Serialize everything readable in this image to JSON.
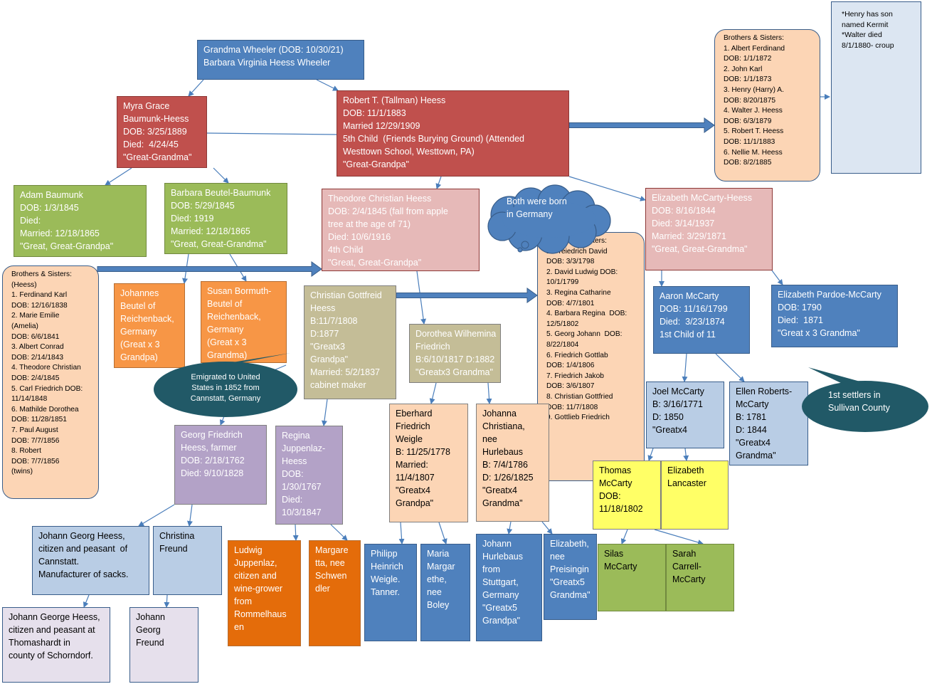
{
  "palette": {
    "blue": "#4f81bd",
    "red": "#c0504d",
    "pink": "#e6b9b8",
    "green": "#9bbb59",
    "orange": "#f79646",
    "dark_orange": "#e46c0a",
    "peach": "#fcd5b5",
    "tan": "#c4bd97",
    "lavender": "#b3a2c7",
    "light_blue": "#b9cde5",
    "pale_lavender": "#e6e0ec",
    "light_steel": "#dce6f2",
    "yellow": "#ffff66",
    "teal": "#215967",
    "border_blue": "#385d8a",
    "border_red": "#8c3836",
    "border_green": "#71893f",
    "border_orange": "#b66d31",
    "border_grey": "#7f7f7f"
  },
  "nodes": [
    {
      "id": "grandma-wheeler",
      "lines": [
        "Grandma Wheeler (DOB: 10/30/21)",
        "Barbara Virginia Heess Wheeler"
      ]
    },
    {
      "id": "myra-grace",
      "lines": [
        "Myra Grace",
        "Baumunk-Heess",
        "DOB: 3/25/1889",
        "Died:  4/24/45",
        "\"Great-Grandma\""
      ]
    },
    {
      "id": "robert-heess",
      "lines": [
        "Robert T. (Tallman) Heess",
        "DOB: 11/1/1883",
        "Married 12/29/1909",
        "5th Child  (Friends Burying Ground) (Attended",
        "Westtown School, Westtown, PA)",
        "\"Great-Grandpa\""
      ]
    },
    {
      "id": "robert-siblings",
      "lines": [
        "Brothers & Sisters:",
        "1. Albert Ferdinand",
        "DOB: 1/1/1872",
        "2. John Karl",
        "DOB: 1/1/1873",
        "3. Henry (Harry) A.",
        "DOB: 8/20/1875",
        "4. Walter J. Heess",
        "DOB: 6/3/1879",
        "5. Robert T. Heess",
        "DOB: 11/1/1883",
        "6. Nellie M. Heess",
        "DOB: 8/2/1885"
      ]
    },
    {
      "id": "henry-note",
      "lines": [
        "*Henry has son",
        "named Kermit",
        "*Walter died",
        "8/1/1880- croup"
      ]
    },
    {
      "id": "adam-baumunk",
      "lines": [
        "Adam Baumunk",
        "DOB: 1/3/1845",
        "Died:",
        "Married: 12/18/1865",
        "\"Great, Great-Grandpa\""
      ]
    },
    {
      "id": "barbara-beutel",
      "lines": [
        "Barbara Beutel-Baumunk",
        "DOB: 5/29/1845",
        "Died: 1919",
        "Married: 12/18/1865",
        "\"Great, Great-Grandma\""
      ]
    },
    {
      "id": "theodore-heess",
      "lines": [
        "Theodore Christian Heess",
        "DOB: 2/4/1845 (fall from apple",
        "tree at the age of 71)",
        "Died: 10/6/1916",
        "4th Child",
        "\"Great, Great-Grandpa\""
      ]
    },
    {
      "id": "elizabeth-mccarty-heess",
      "lines": [
        "Elizabeth McCarty-Heess",
        "DOB: 8/16/1844",
        "Died: 3/14/1937",
        "Married: 3/29/1871",
        "\"Great, Great-Grandma\""
      ]
    },
    {
      "id": "theodore-siblings",
      "lines": [
        "Brothers & Sisters:",
        "(Heess)",
        "1. Ferdinand Karl",
        "DOB: 12/16/1838",
        "2. Marie Emilie",
        "(Amelia)",
        "DOB: 6/6/1841",
        "3. Albert Conrad",
        "DOB: 2/14/1843",
        "4. Theodore Christian",
        "DOB: 2/4/1845",
        "5. Carl Friedrich DOB:",
        "11/14/1848",
        "6. Mathilde Dorothea",
        "DOB: 11/28/1851",
        "7. Paul August",
        "DOB: 7/7/1856",
        "8. Robert",
        "DOB: 7/7/1856",
        "(twins)"
      ]
    },
    {
      "id": "johannes-beutel",
      "lines": [
        "Johannes",
        "Beutel of",
        "Reichenback,",
        "Germany",
        "(Great x 3",
        "Grandpa)"
      ]
    },
    {
      "id": "susan-bormuth",
      "lines": [
        "Susan Bormuth-",
        "Beutel of",
        "Reichenback,",
        "Germany",
        "(Great x 3",
        "Grandma)"
      ]
    },
    {
      "id": "christian-gottfreid",
      "lines": [
        "Christian Gottfreid",
        "Heess",
        "B:11/7/1808",
        "D:1877",
        "\"Greatx3",
        "Grandpa\"",
        "Married: 5/2/1837",
        "cabinet maker"
      ]
    },
    {
      "id": "dorothea-friedrich",
      "lines": [
        "Dorothea Wilhemina",
        "Friedrich",
        "B:6/10/1817 D:1882",
        "\"Greatx3 Grandma\""
      ]
    },
    {
      "id": "christian-siblings",
      "lines": [
        "Brothers & Sisters:",
        "1. Freiedrich David",
        "DOB: 3/3/1798",
        "2. David Ludwig DOB:",
        "10/1/1799",
        "3. Regina Catharine",
        "DOB: 4/7/1801",
        "4. Barbara Regina  DOB:",
        "12/5/1802",
        "5. Georg Johann  DOB:",
        "8/22/1804",
        "6. Friedrich Gottlab",
        "DOB: 1/4/1806",
        "7. Friedrich Jakob",
        "DOB: 3/6/1807",
        "8. Christian Gottfried",
        "DOB: 11/7/1808",
        "9. Gottlieb Friedrich"
      ]
    },
    {
      "id": "aaron-mccarty",
      "lines": [
        "Aaron McCarty",
        "DOB: 11/16/1799",
        "Died:  3/23/1874",
        "1st Child of 11"
      ]
    },
    {
      "id": "elizabeth-pardoe",
      "lines": [
        "Elizabeth Pardoe-McCarty",
        "DOB: 1790",
        "Died:  1871",
        "\"Great x 3 Grandma\""
      ]
    },
    {
      "id": "georg-friedrich",
      "lines": [
        "Georg Friedrich",
        "Heess, farmer",
        "DOB: 2/18/1762",
        "Died: 9/10/1828"
      ]
    },
    {
      "id": "regina-juppenlaz",
      "lines": [
        "Regina",
        "Juppenlaz-",
        "Heess",
        "DOB:",
        "1/30/1767",
        "Died:",
        "10/3/1847"
      ]
    },
    {
      "id": "eberhard-weigle",
      "lines": [
        "Eberhard",
        "Friedrich",
        "Weigle",
        "B: 11/25/1778",
        "Married:",
        "11/4/1807",
        "\"Greatx4",
        "Grandpa\""
      ]
    },
    {
      "id": "johanna-hurlebaus",
      "lines": [
        "Johanna",
        "Christiana,",
        "nee",
        "Hurlebaus",
        "B: 7/4/1786",
        "D: 1/26/1825",
        "\"Greatx4",
        "Grandma\""
      ]
    },
    {
      "id": "joel-mccarty",
      "lines": [
        "Joel McCarty",
        "B: 3/16/1771",
        "D: 1850",
        "\"Greatx4"
      ]
    },
    {
      "id": "ellen-roberts",
      "lines": [
        "Ellen Roberts-",
        "McCarty",
        "B: 1781",
        "D: 1844",
        "\"Greatx4",
        "Grandma\""
      ]
    },
    {
      "id": "thomas-mccarty",
      "lines": [
        "Thomas",
        "McCarty",
        "DOB:",
        "11/18/1802"
      ]
    },
    {
      "id": "elizabeth-lancaster",
      "lines": [
        "Elizabeth",
        "Lancaster"
      ]
    },
    {
      "id": "johann-georg-heess",
      "lines": [
        "Johann Georg Heess,",
        "citizen and peasant  of",
        "Cannstatt.",
        "Manufacturer of sacks."
      ]
    },
    {
      "id": "christina-freund",
      "lines": [
        "Christina",
        "Freund"
      ]
    },
    {
      "id": "ludwig-juppenlaz",
      "lines": [
        "Ludwig",
        "Juppenlaz,",
        "citizen and",
        "wine-grower",
        "from",
        "Rommelhaus",
        "en"
      ]
    },
    {
      "id": "margaretta-schwendler",
      "lines": [
        "Margare",
        "tta, nee",
        "Schwen",
        "dler"
      ]
    },
    {
      "id": "philipp-weigle",
      "lines": [
        "Philipp",
        "Heinrich",
        "Weigle.",
        "Tanner."
      ]
    },
    {
      "id": "maria-boley",
      "lines": [
        "Maria",
        "Margar",
        "ethe,",
        "nee",
        "Boley"
      ]
    },
    {
      "id": "johann-hurlebaus",
      "lines": [
        "Johann",
        "Hurlebaus",
        "from",
        "Stuttgart,",
        "Germany",
        "\"Greatx5",
        "Grandpa\""
      ]
    },
    {
      "id": "elizabeth-preisingin",
      "lines": [
        "Elizabeth,",
        "nee",
        "Preisingin",
        "\"Greatx5",
        "Grandma\""
      ]
    },
    {
      "id": "silas-mccarty",
      "lines": [
        "Silas",
        "McCarty"
      ]
    },
    {
      "id": "sarah-carrell",
      "lines": [
        "Sarah",
        "Carrell-",
        "McCarty"
      ]
    },
    {
      "id": "johann-george-heess",
      "lines": [
        "Johann George Heess,",
        "citizen and peasant at",
        "Thomashardt in",
        "county of Schorndorf."
      ]
    },
    {
      "id": "johann-georg-freund",
      "lines": [
        "Johann",
        "Georg",
        "Freund"
      ]
    }
  ],
  "callouts": [
    {
      "id": "born-germany",
      "lines": [
        "Both were born",
        "in Germany"
      ]
    },
    {
      "id": "emigrated",
      "lines": [
        "Emigrated to United",
        "States in 1852 from",
        "Cannstatt, Germany"
      ]
    },
    {
      "id": "settlers",
      "lines": [
        "1st settlers in",
        "Sullivan County"
      ]
    }
  ]
}
